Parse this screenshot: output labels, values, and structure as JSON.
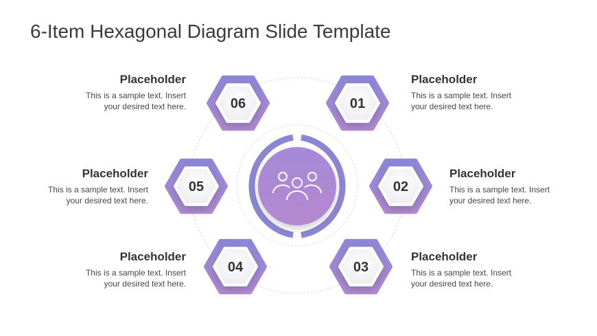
{
  "title": "6-Item Hexagonal Diagram Slide Template",
  "colors": {
    "hex_top": "#8b86d6",
    "hex_bottom": "#b28bd4",
    "ring": "#8a86d2",
    "center_top": "#a48ad8",
    "center_bottom": "#b588cf"
  },
  "center_icon": "users-group-icon",
  "items": [
    {
      "number": "01",
      "heading": "Placeholder",
      "text_line1": "This is a sample text. Insert",
      "text_line2": "your desired text here."
    },
    {
      "number": "02",
      "heading": "Placeholder",
      "text_line1": "This is a sample text. Insert",
      "text_line2": "your desired text here."
    },
    {
      "number": "03",
      "heading": "Placeholder",
      "text_line1": "This is a sample text. Insert",
      "text_line2": "your desired text here."
    },
    {
      "number": "04",
      "heading": "Placeholder",
      "text_line1": "This is a sample text. Insert",
      "text_line2": "your desired text here."
    },
    {
      "number": "05",
      "heading": "Placeholder",
      "text_line1": "This is a sample text. Insert",
      "text_line2": "your desired text here."
    },
    {
      "number": "06",
      "heading": "Placeholder",
      "text_line1": "This is a sample text. Insert",
      "text_line2": "your desired text here."
    }
  ]
}
